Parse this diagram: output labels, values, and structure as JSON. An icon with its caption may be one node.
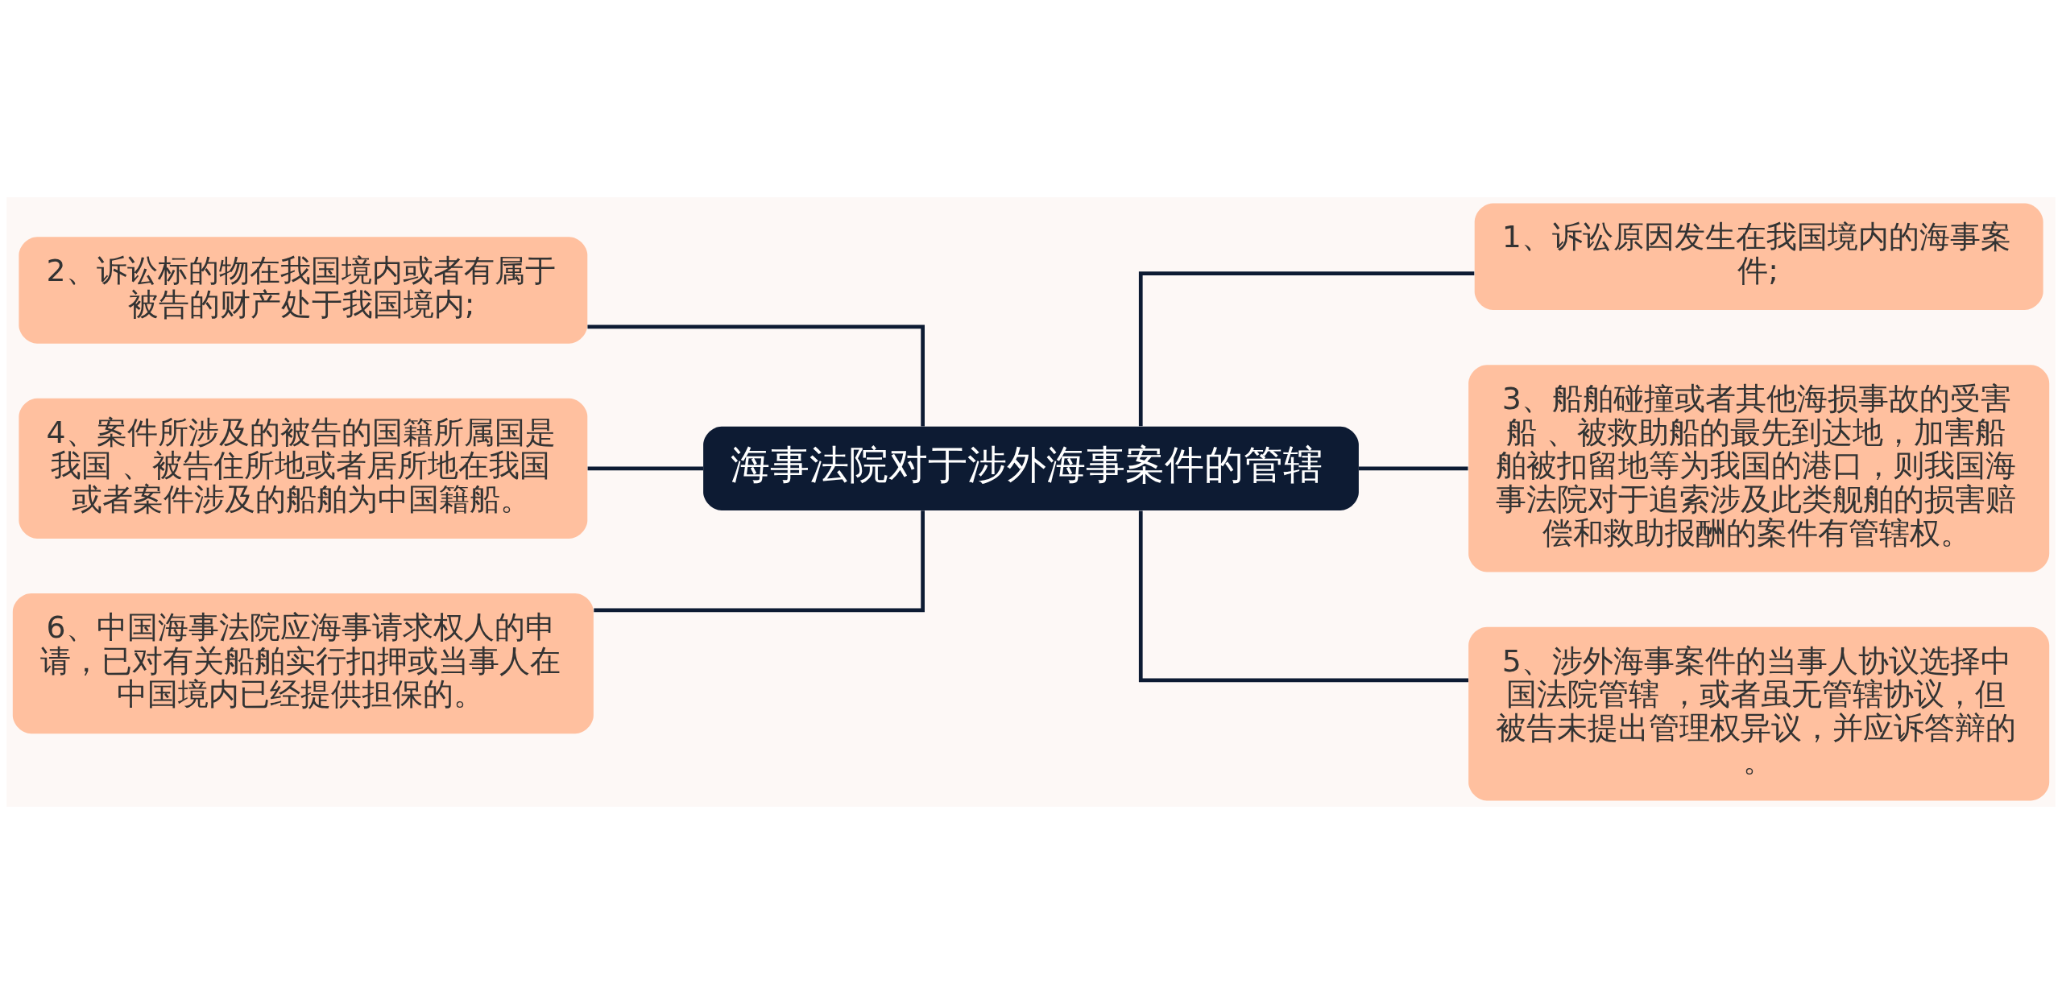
{
  "diagram": {
    "nodes": [
      {
        "text": [
          "海事法院对于涉外海事案件的管辖"
        ]
      },
      {
        "text": [
          "1、诉讼原因发生在我国境内的海事案件;"
        ]
      },
      {
        "text": [
          "2、诉讼标的物在我国境内或者有属于被告的财产处于我国境内;"
        ]
      },
      {
        "text": [
          "3、船舶碰撞或者其他海损事故的受害船 、被救助船的最先到达地，加害船舶被扣留地等为我国的港口，则我国海事法院对于追索涉及此类舰舶的损害赔偿和救助报酬的案件有管辖权。"
        ]
      },
      {
        "text": [
          "4、案件所涉及的被告的国籍所属国是我国 、被告住所地或者居所地在我国或者案件涉及的船舶为中国籍船。"
        ]
      },
      {
        "text": [
          "5、涉外海事案件的当事人协议选择中国法院管辖 ，或者虽无管辖协议，但被告未提出管理权异议，并应诉答辩的。"
        ]
      },
      {
        "text": [
          "6、中国海事法院应海事请求权人的申请，已对有关船舶实行扣押或当事人在中国境内已经提供担保的。"
        ]
      }
    ],
    "edges": [
      {
        "from": 0,
        "to": 1,
        "arrow": "none"
      },
      {
        "from": 0,
        "to": 2,
        "arrow": "none"
      },
      {
        "from": 0,
        "to": 3,
        "arrow": "none"
      },
      {
        "from": 0,
        "to": 4,
        "arrow": "none"
      },
      {
        "from": 0,
        "to": 5,
        "arrow": "none"
      },
      {
        "from": 0,
        "to": 6,
        "arrow": "none"
      }
    ]
  }
}
